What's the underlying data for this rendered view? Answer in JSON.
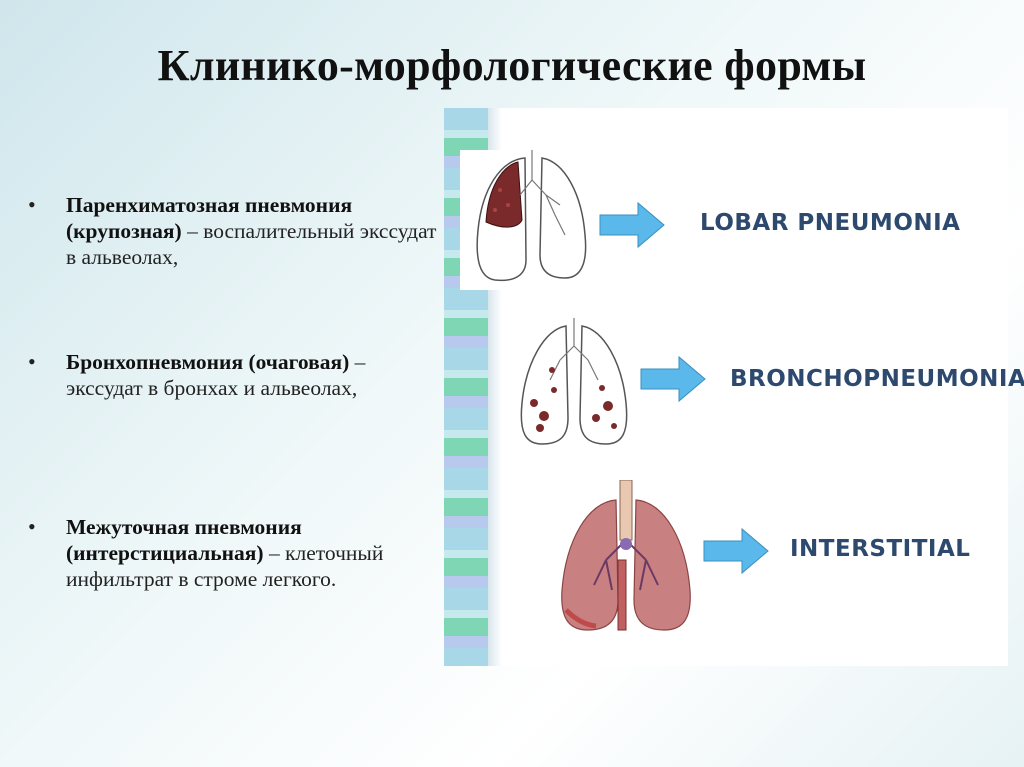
{
  "title": "Клинико-морфологические формы",
  "bullets": [
    {
      "bold": "Паренхиматозная пневмония (крупозная)",
      "rest": " – воспалительный экссудат в альвеолах,"
    },
    {
      "bold": "Бронхопневмония (очаговая)",
      "rest": " – экссудат в бронхах и альвеолах,"
    },
    {
      "bold": "Межуточная пневмония (интерстициальная)",
      "rest": " – клеточный инфильтрат в строме легкого."
    }
  ],
  "figure": {
    "labels": [
      "LOBAR PNEUMONIA",
      "BRONCHOPNEUMONIA",
      "INTERSTITIAL"
    ],
    "arrow_color": "#5bb8ea",
    "label_color": "#2d4a6e"
  }
}
